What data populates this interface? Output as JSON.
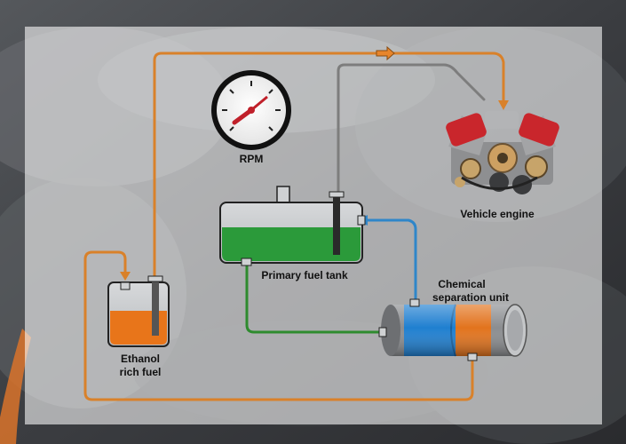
{
  "diagram": {
    "labels": {
      "rpm": "RPM",
      "vehicle_engine": "Vehicle engine",
      "primary_fuel_tank": "Primary fuel tank",
      "chemical_separation_unit_line1": "Chemical",
      "chemical_separation_unit_line2": "separation unit",
      "ethanol_line1": "Ethanol",
      "ethanol_line2": "rich fuel"
    },
    "colors": {
      "ethanol_line": "#d9812a",
      "ethanol_fluid": "#e8751a",
      "fuel_line_blue": "#2f86c9",
      "fuel_line_green": "#2e8b2e",
      "tank_fuel": "#2b9a3a",
      "gray_line": "#7d7d7d",
      "gauge_needle": "#c0202a",
      "separator_blue": "#1f7fd0",
      "separator_orange": "#e2731d",
      "engine_red": "#c9262c"
    },
    "icons": [
      "rpm-gauge-icon",
      "engine-icon",
      "flow-arrow-icon"
    ]
  }
}
